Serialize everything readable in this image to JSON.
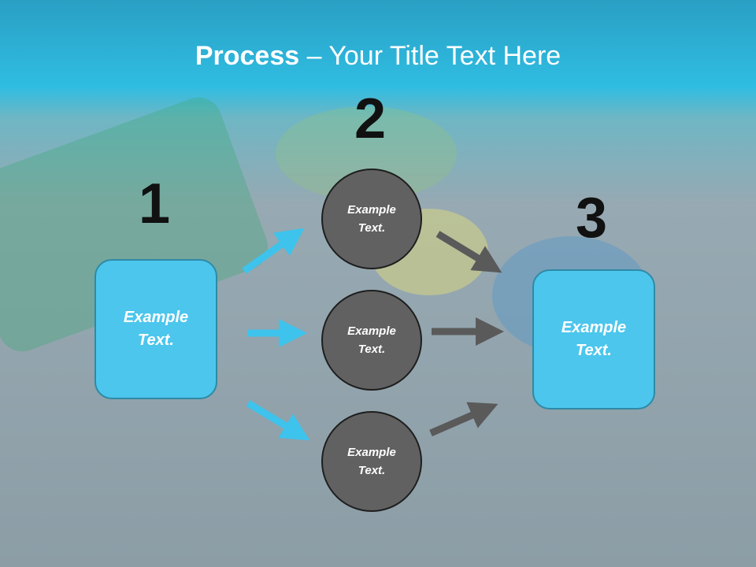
{
  "title": {
    "bold": "Process",
    "rest": " – Your Title Text Here"
  },
  "steps": {
    "step1": {
      "number": "1",
      "text_line1": "Example",
      "text_line2": "Text."
    },
    "step2": {
      "number": "2"
    },
    "step3": {
      "number": "3",
      "text_line1": "Example",
      "text_line2": "Text."
    }
  },
  "circles": [
    {
      "line1": "Example",
      "line2": "Text."
    },
    {
      "line1": "Example",
      "line2": "Text."
    },
    {
      "line1": "Example",
      "line2": "Text."
    }
  ],
  "colors": {
    "box_fill": "#4cc6ec",
    "circle_fill": "#616161",
    "blue_arrow": "#3ec3ec",
    "gray_arrow": "#5a5a5a",
    "header": "#2fbde2"
  }
}
